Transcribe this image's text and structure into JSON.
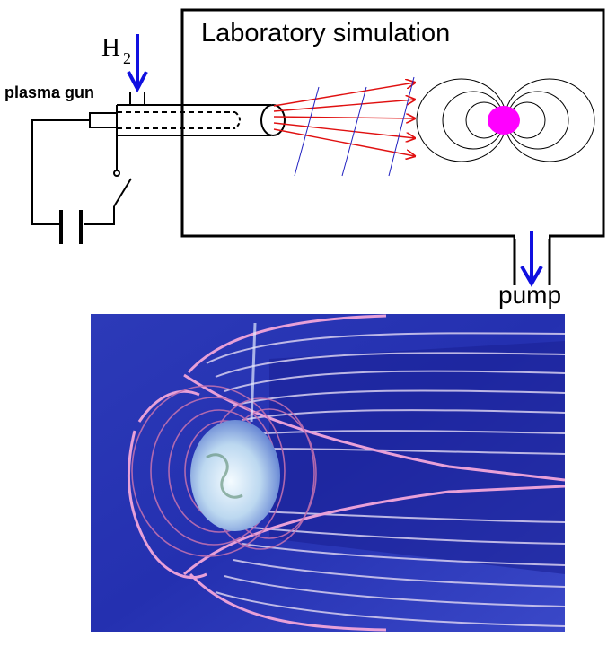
{
  "diagram": {
    "title": "Laboratory simulation",
    "gas_label_main": "H",
    "gas_label_sub": "2",
    "gun_label": "plasma gun",
    "pump_label": "pump"
  },
  "colors": {
    "line": "#000000",
    "flow_arrow": "#1010e0",
    "plasma_ray": "#e01010",
    "field_line": "#2020c0",
    "planet": "#ff00ff",
    "photo_bg": "#2a35c0",
    "aurora": "#e8a0d8",
    "earth": "#bcd8f0"
  },
  "illustration": {
    "subject": "magnetosphere-field-lines-photo"
  }
}
